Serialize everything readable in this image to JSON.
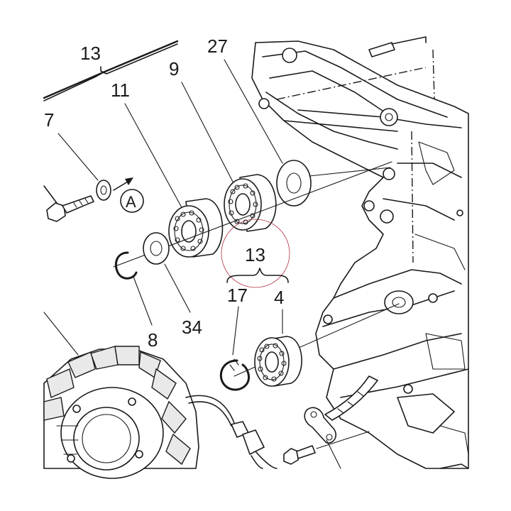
{
  "diagram": {
    "callouts": {
      "c13_top": "13",
      "c11": "11",
      "c9": "9",
      "c27": "27",
      "c7": "7",
      "cA": "A",
      "c13_mid": "13",
      "c17": "17",
      "c4": "4",
      "c34": "34",
      "c8": "8"
    },
    "colors": {
      "ink": "#1a1a1a",
      "highlight_circle": "#b03040",
      "background": "#ffffff"
    }
  }
}
